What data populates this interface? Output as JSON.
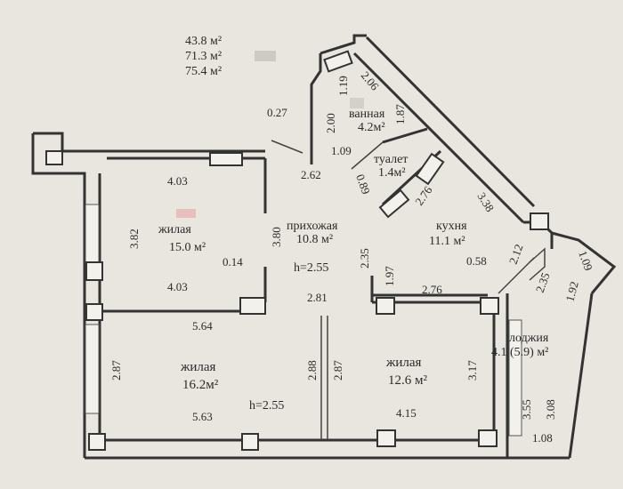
{
  "summary": {
    "total_living": "43.8 м²",
    "total": "71.3 м²",
    "total_with_loggia": "75.4 м²"
  },
  "rooms": {
    "bathroom": {
      "name": "ванная",
      "area": "4.2м²"
    },
    "toilet": {
      "name": "туалет",
      "area": "1.4м²"
    },
    "hall": {
      "name": "прихожая",
      "area": "10.8 м²",
      "height": "h=2.55"
    },
    "kitchen": {
      "name": "кухня",
      "area": "11.1 м²"
    },
    "living1": {
      "name": "жилая",
      "area": "15.0 м²"
    },
    "living2": {
      "name": "жилая",
      "area": "16.2м²",
      "height": "h=2.55"
    },
    "living3": {
      "name": "жилая",
      "area": "12.6 м²"
    },
    "loggia": {
      "name": "лоджия",
      "area": "4.1 (5.9) м²"
    }
  },
  "dims": {
    "d_0_27": "0.27",
    "d_1_19": "1.19",
    "d_2_06": "2.06",
    "d_2_00": "2.00",
    "d_1_87": "1.87",
    "d_1_09": "1.09",
    "d_2_62": "2.62",
    "d_0_89": "0.89",
    "d_2_76a": "2.76",
    "d_3_38": "3.38",
    "d_4_03a": "4.03",
    "d_3_82": "3.82",
    "d_3_80": "3.80",
    "d_0_14": "0.14",
    "d_4_03b": "4.03",
    "d_2_35a": "2.35",
    "d_1_97": "1.97",
    "d_0_58": "0.58",
    "d_2_12": "2.12",
    "d_1_09b": "1.09",
    "d_2_35b": "2.35",
    "d_1_92": "1.92",
    "d_2_76b": "2.76",
    "d_2_81": "2.81",
    "d_5_64": "5.64",
    "d_2_87a": "2.87",
    "d_2_88": "2.88",
    "d_2_87b": "2.87",
    "d_3_17": "3.17",
    "d_5_63": "5.63",
    "d_4_15": "4.15",
    "d_3_55": "3.55",
    "d_3_08": "3.08",
    "d_1_08": "1.08"
  },
  "colors": {
    "paper": "#e9e6df",
    "ink": "#2a2a2a",
    "highlight_pink": "#e9b5b5"
  }
}
